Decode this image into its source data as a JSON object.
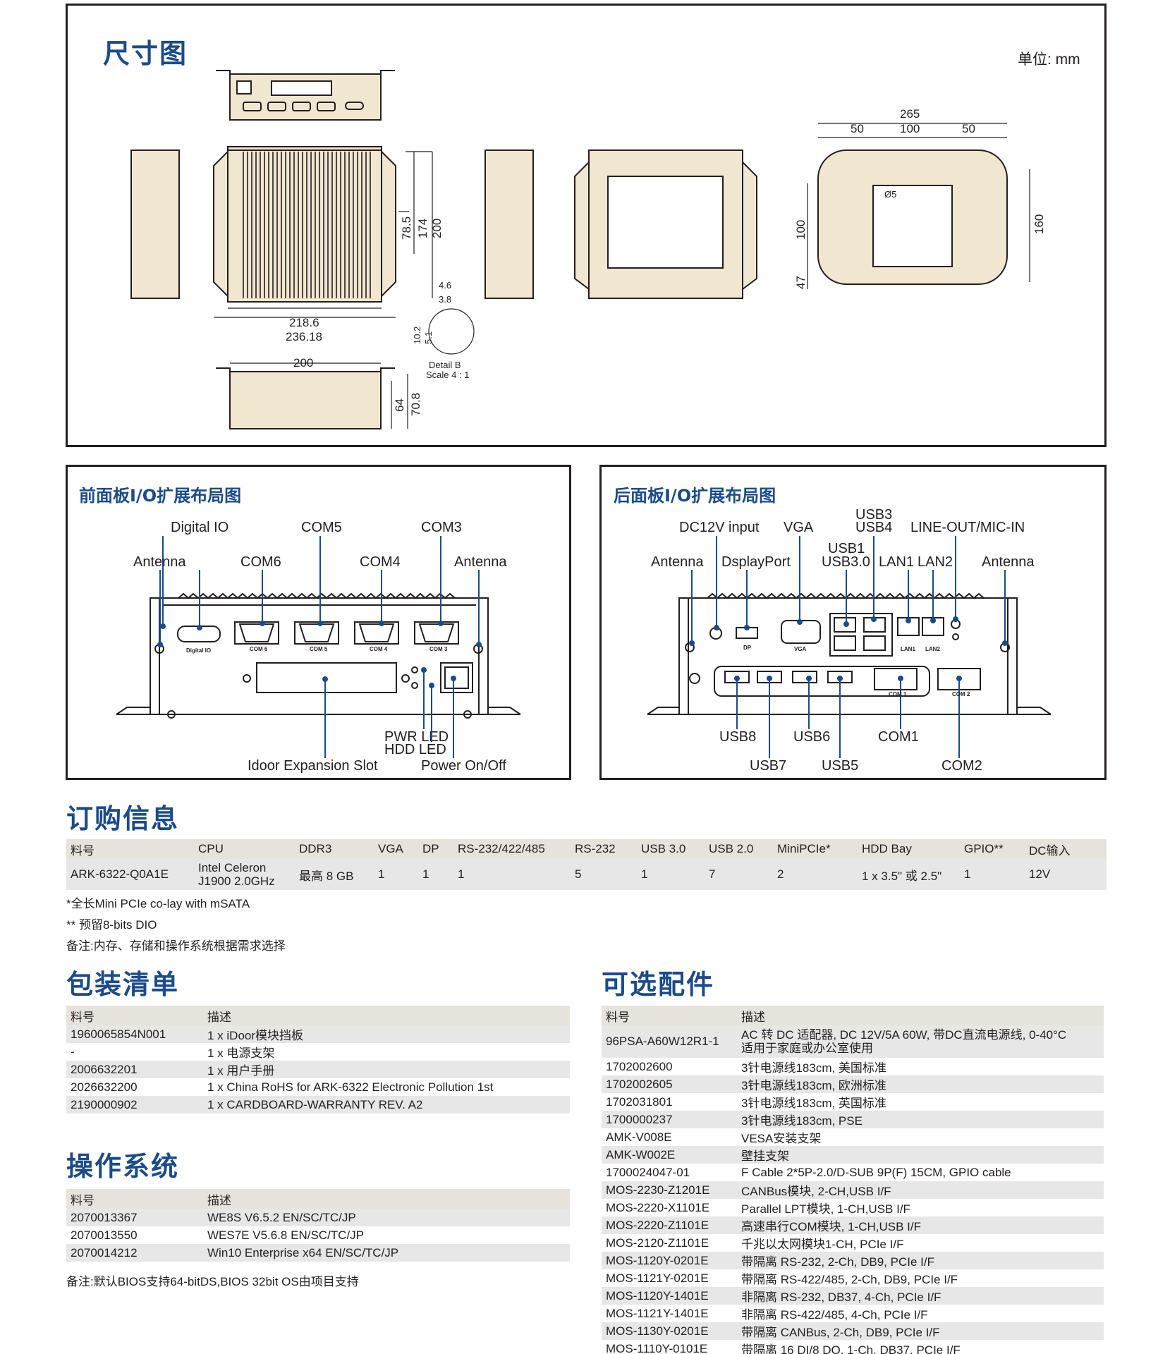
{
  "dimensions": {
    "title": "尺寸图",
    "unit_label": "单位: mm",
    "labels": {
      "d218": "218.6",
      "d236": "236.18",
      "d78": "78.5",
      "d174": "174",
      "d200v": "200",
      "d46": "4.6",
      "d38": "3.8",
      "d102": "10.2",
      "d51": "5.1",
      "detail": "Detail B",
      "scale": "Scale 4 : 1",
      "d200": "200",
      "d64": "64",
      "d708": "70.8",
      "d265": "265",
      "d50a": "50",
      "d100": "100",
      "d50b": "50",
      "d100v": "100",
      "d47": "47",
      "d160": "160",
      "phi5": "Ø5"
    }
  },
  "front_panel": {
    "title": "前面板I/O扩展布局图",
    "labels": {
      "digital_io": "Digital IO",
      "com5": "COM5",
      "com3": "COM3",
      "antenna_l": "Antenna",
      "com6": "COM6",
      "com4": "COM4",
      "antenna_r": "Antenna",
      "pwr_led": "PWR LED",
      "hdd_led": "HDD LED",
      "idoor": "Idoor Expansion Slot",
      "power": "Power On/Off"
    },
    "port_captions": {
      "dio": "Digital IO",
      "c6": "COM 6",
      "c5": "COM 5",
      "c4": "COM 4",
      "c3": "COM 3"
    }
  },
  "rear_panel": {
    "title": "后面板I/O扩展布局图",
    "labels": {
      "usb3": "USB3",
      "usb4": "USB4",
      "dc12v": "DC12V input",
      "vga": "VGA",
      "line_out": "LINE-OUT/MIC-IN",
      "usb1": "USB1",
      "usb30": "USB3.0",
      "antenna_l": "Antenna",
      "dp": "DsplayPort",
      "lan1": "LAN1",
      "lan2": "LAN2",
      "antenna_r": "Antenna",
      "usb8": "USB8",
      "usb6": "USB6",
      "com1": "COM1",
      "usb7": "USB7",
      "usb5": "USB5",
      "com2": "COM2"
    },
    "port_captions": {
      "dp": "DP",
      "vga": "VGA",
      "lan1": "LAN1",
      "lan2": "LAN2",
      "com1": "COM 1",
      "com2": "COM 2"
    }
  },
  "ordering": {
    "title": "订购信息",
    "headers": [
      "料号",
      "CPU",
      "DDR3",
      "VGA",
      "DP",
      "RS-232/422/485",
      "RS-232",
      "USB 3.0",
      "USB 2.0",
      "MiniPCIe*",
      "HDD Bay",
      "GPIO**",
      "DC输入"
    ],
    "row": {
      "part": "ARK-6322-Q0A1E",
      "cpu1": "Intel Celeron",
      "cpu2": "J1900 2.0GHz",
      "ddr3": "最高 8 GB",
      "vga": "1",
      "dp": "1",
      "rs232_422_485": "1",
      "rs232": "5",
      "usb30": "1",
      "usb20": "7",
      "minipcie": "2",
      "hdd": "1 x 3.5\" 或 2.5\"",
      "gpio": "1",
      "dc": "12V"
    },
    "notes": [
      "*全长Mini PCIe co-lay with mSATA",
      "** 预留8-bits DIO",
      "备注:内存、存储和操作系统根据需求选择"
    ]
  },
  "packing": {
    "title": "包装清单",
    "headers": [
      "料号",
      "描述"
    ],
    "rows": [
      [
        "1960065854N001",
        "1 x iDoor模块挡板"
      ],
      [
        "-",
        "1 x 电源支架"
      ],
      [
        "2006632201",
        "1 x 用户手册"
      ],
      [
        "2026632200",
        "1 x China RoHS for ARK-6322 Electronic Pollution 1st"
      ],
      [
        "2190000902",
        "1 x CARDBOARD-WARRANTY REV. A2"
      ]
    ]
  },
  "os": {
    "title": "操作系统",
    "headers": [
      "料号",
      "描述"
    ],
    "rows": [
      [
        "2070013367",
        "WE8S V6.5.2 EN/SC/TC/JP"
      ],
      [
        "2070013550",
        "WES7E V5.6.8 EN/SC/TC/JP"
      ],
      [
        "2070014212",
        "Win10 Enterprise x64 EN/SC/TC/JP"
      ]
    ],
    "note": "备注:默认BIOS支持64-bitDS,BIOS 32bit OS由项目支持"
  },
  "accessories": {
    "title": "可选配件",
    "headers": [
      "料号",
      "描述"
    ],
    "first_row": {
      "part": "96PSA-A60W12R1-1",
      "desc1": "AC 转 DC 适配器, DC 12V/5A 60W, 带DC直流电源线, 0-40°C",
      "desc2": "适用于家庭或办公室使用"
    },
    "rows": [
      [
        "1702002600",
        "3针电源线183cm, 美国标准"
      ],
      [
        "1702002605",
        "3针电源线183cm, 欧洲标准"
      ],
      [
        "1702031801",
        "3针电源线183cm, 英国标准"
      ],
      [
        "1700000237",
        "3针电源线183cm, PSE"
      ],
      [
        "AMK-V008E",
        "VESA安装支架"
      ],
      [
        "AMK-W002E",
        "壁挂支架"
      ],
      [
        "1700024047-01",
        "F Cable 2*5P-2.0/D-SUB 9P(F) 15CM, GPIO cable"
      ],
      [
        "MOS-2230-Z1201E",
        "CANBus模块, 2-CH,USB  I/F"
      ],
      [
        "MOS-2220-X1101E",
        "Parallel  LPT模块, 1-CH,USB  I/F"
      ],
      [
        "MOS-2220-Z1101E",
        "高速串行COM模块, 1-CH,USB I/F"
      ],
      [
        "MOS-2120-Z1101E",
        "千兆以太网模块1-CH, PCIe I/F"
      ],
      [
        "MOS-1120Y-0201E",
        "带隔离 RS-232, 2-Ch, DB9, PCIe I/F"
      ],
      [
        "MOS-1121Y-0201E",
        "带隔离 RS-422/485, 2-Ch, DB9, PCIe I/F"
      ],
      [
        "MOS-1120Y-1401E",
        "非隔离 RS-232, DB37, 4-Ch, PCIe I/F"
      ],
      [
        "MOS-1121Y-1401E",
        "非隔离 RS-422/485, 4-Ch, PCIe I/F"
      ],
      [
        "MOS-1130Y-0201E",
        "带隔离 CANBus, 2-Ch, DB9, PCIe I/F"
      ],
      [
        "MOS-1110Y-0101E",
        "带隔离 16 DI/8 DO, 1-Ch, DB37, PCIe I/F"
      ]
    ]
  },
  "colors": {
    "title_blue": "#1b4b8a",
    "callout_blue": "#1b4b8a",
    "device_beige": "#f1e6d0",
    "header_gray": "#e6e3dc",
    "row_gray": "#e7e7e7"
  }
}
